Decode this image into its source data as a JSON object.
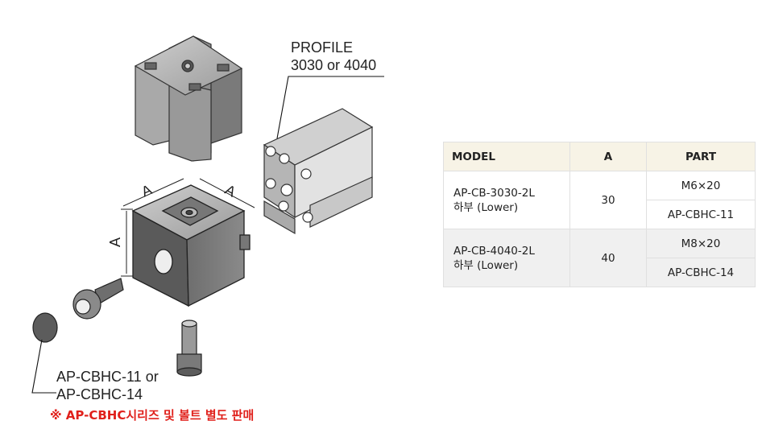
{
  "drawing": {
    "profile_label": [
      "PROFILE",
      "3030 or 4040"
    ],
    "dimension_label": "A",
    "cap_label": [
      "AP-CBHC-11 or",
      "AP-CBHC-14"
    ],
    "note": "※ AP-CBHC시리즈 및 볼트 별도 판매"
  },
  "table": {
    "headers": [
      "MODEL",
      "A",
      "PART"
    ],
    "rows": [
      {
        "model": [
          "AP-CB-3030-2L",
          "하부 (Lower)"
        ],
        "a": "30",
        "parts": [
          "M6×20",
          "AP-CBHC-11"
        ]
      },
      {
        "model": [
          "AP-CB-4040-2L",
          "하부 (Lower)"
        ],
        "a": "40",
        "parts": [
          "M8×20",
          "AP-CBHC-14"
        ]
      }
    ]
  },
  "colors": {
    "note": "#e0201b",
    "header_bg": "#f7f3e6",
    "row_alt_bg": "#f0f0f0",
    "part_dark": "#5a5a5a",
    "part_light": "#b8b8b8"
  }
}
